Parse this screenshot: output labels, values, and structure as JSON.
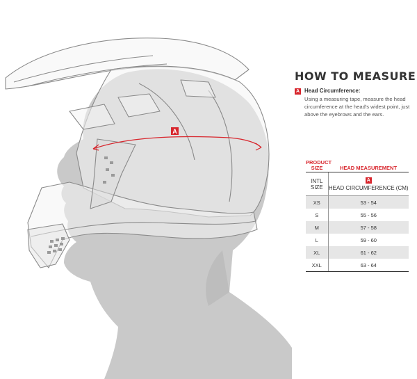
{
  "title": "HOW TO MEASURE",
  "legend": {
    "badge": "A",
    "label": "Head Circumference:",
    "description": "Using a measuring tape, measure the head circumference at the head's widest point, just above the eyebrows and the ears."
  },
  "diagram": {
    "marker_label": "A",
    "accent_color": "#d8262d"
  },
  "table": {
    "header_product_size": "PRODUCT SIZE",
    "header_head_measurement": "HEAD MEASUREMENT",
    "column_badge": "A",
    "column_intl_size": "INTL SIZE",
    "column_head_circumference": "HEAD CIRCUMFERENCE (CM)",
    "rows": [
      {
        "size": "XS",
        "range": "53 - 54"
      },
      {
        "size": "S",
        "range": "55 - 56"
      },
      {
        "size": "M",
        "range": "57 - 58"
      },
      {
        "size": "L",
        "range": "59 - 60"
      },
      {
        "size": "XL",
        "range": "61 - 62"
      },
      {
        "size": "XXL",
        "range": "63 - 64"
      }
    ]
  }
}
